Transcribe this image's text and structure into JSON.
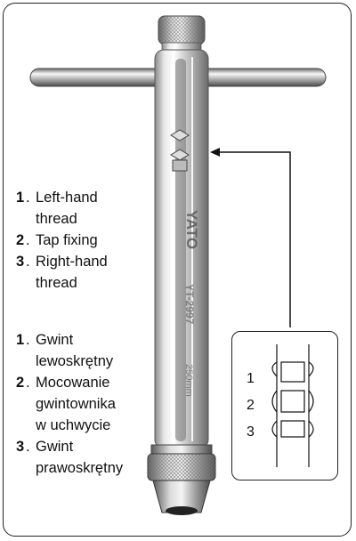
{
  "legend_en": {
    "items": [
      {
        "num": "1",
        "text": "Left-hand",
        "text2": "thread"
      },
      {
        "num": "2",
        "text": "Tap fixing",
        "text2": ""
      },
      {
        "num": "3",
        "text": "Right-hand",
        "text2": "thread"
      }
    ]
  },
  "legend_pl": {
    "items": [
      {
        "num": "1",
        "text": "Gwint",
        "text2": "lewoskrętny",
        "text3": ""
      },
      {
        "num": "2",
        "text": "Mocowanie",
        "text2": "gwintownika",
        "text3": "w uchwycie"
      },
      {
        "num": "3",
        "text": "Gwint",
        "text2": "prawoskrętny",
        "text3": ""
      }
    ]
  },
  "tool": {
    "brand": "YATO",
    "model": "YT-2997",
    "size": "250mm"
  },
  "inset": {
    "labels": [
      "1",
      "2",
      "3"
    ]
  },
  "colors": {
    "border": "#222222",
    "metal_light": "#f4f4f4",
    "metal_dark": "#6a6a6a"
  }
}
